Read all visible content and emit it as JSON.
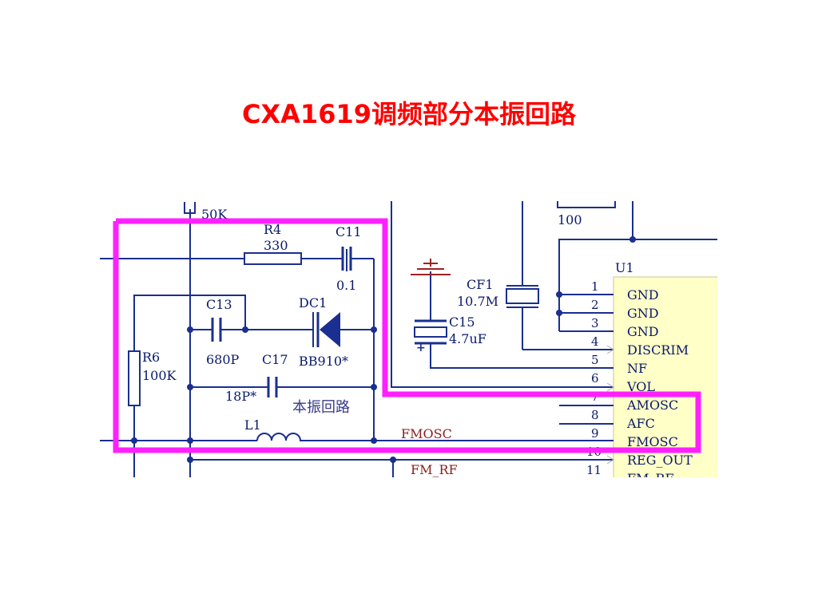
{
  "slide": {
    "title": "CXA1619调频部分本振回路"
  },
  "schematic": {
    "components": {
      "r4": {
        "ref": "R4",
        "value": "330"
      },
      "c11": {
        "ref": "C11",
        "value": "0.1"
      },
      "r6": {
        "ref": "R6",
        "value": "100K"
      },
      "c13": {
        "ref": "C13",
        "value": "680P"
      },
      "dc1": {
        "ref": "DC1",
        "value": "BB910*"
      },
      "c17": {
        "ref": "C17",
        "value": "18P*"
      },
      "l1": {
        "ref": "L1"
      },
      "cf1": {
        "ref": "CF1",
        "value": "10.7M"
      },
      "c15": {
        "ref": "C15",
        "value": "4.7uF"
      },
      "r_top": {
        "value": "100"
      },
      "pot": {
        "value": "50K"
      },
      "u1": {
        "ref": "U1"
      }
    },
    "nets": {
      "fmosc": "FMOSC",
      "fm_rf": "FM_RF"
    },
    "highlight_label": "本振回路",
    "pins": [
      {
        "num": "1",
        "name": "GND"
      },
      {
        "num": "2",
        "name": "GND"
      },
      {
        "num": "3",
        "name": "GND"
      },
      {
        "num": "4",
        "name": "DISCRIM"
      },
      {
        "num": "5",
        "name": "NF"
      },
      {
        "num": "6",
        "name": "VOL"
      },
      {
        "num": "7",
        "name": "AMOSC"
      },
      {
        "num": "8",
        "name": "AFC"
      },
      {
        "num": "9",
        "name": "FMOSC"
      },
      {
        "num": "10",
        "name": "REG_OUT"
      },
      {
        "num": "11",
        "name": "FM_RF"
      }
    ],
    "colors": {
      "wire": "#1a2f8f",
      "highlight": "#ff20ff",
      "ic_fill": "#ffffc8",
      "title": "#ff0000"
    }
  }
}
